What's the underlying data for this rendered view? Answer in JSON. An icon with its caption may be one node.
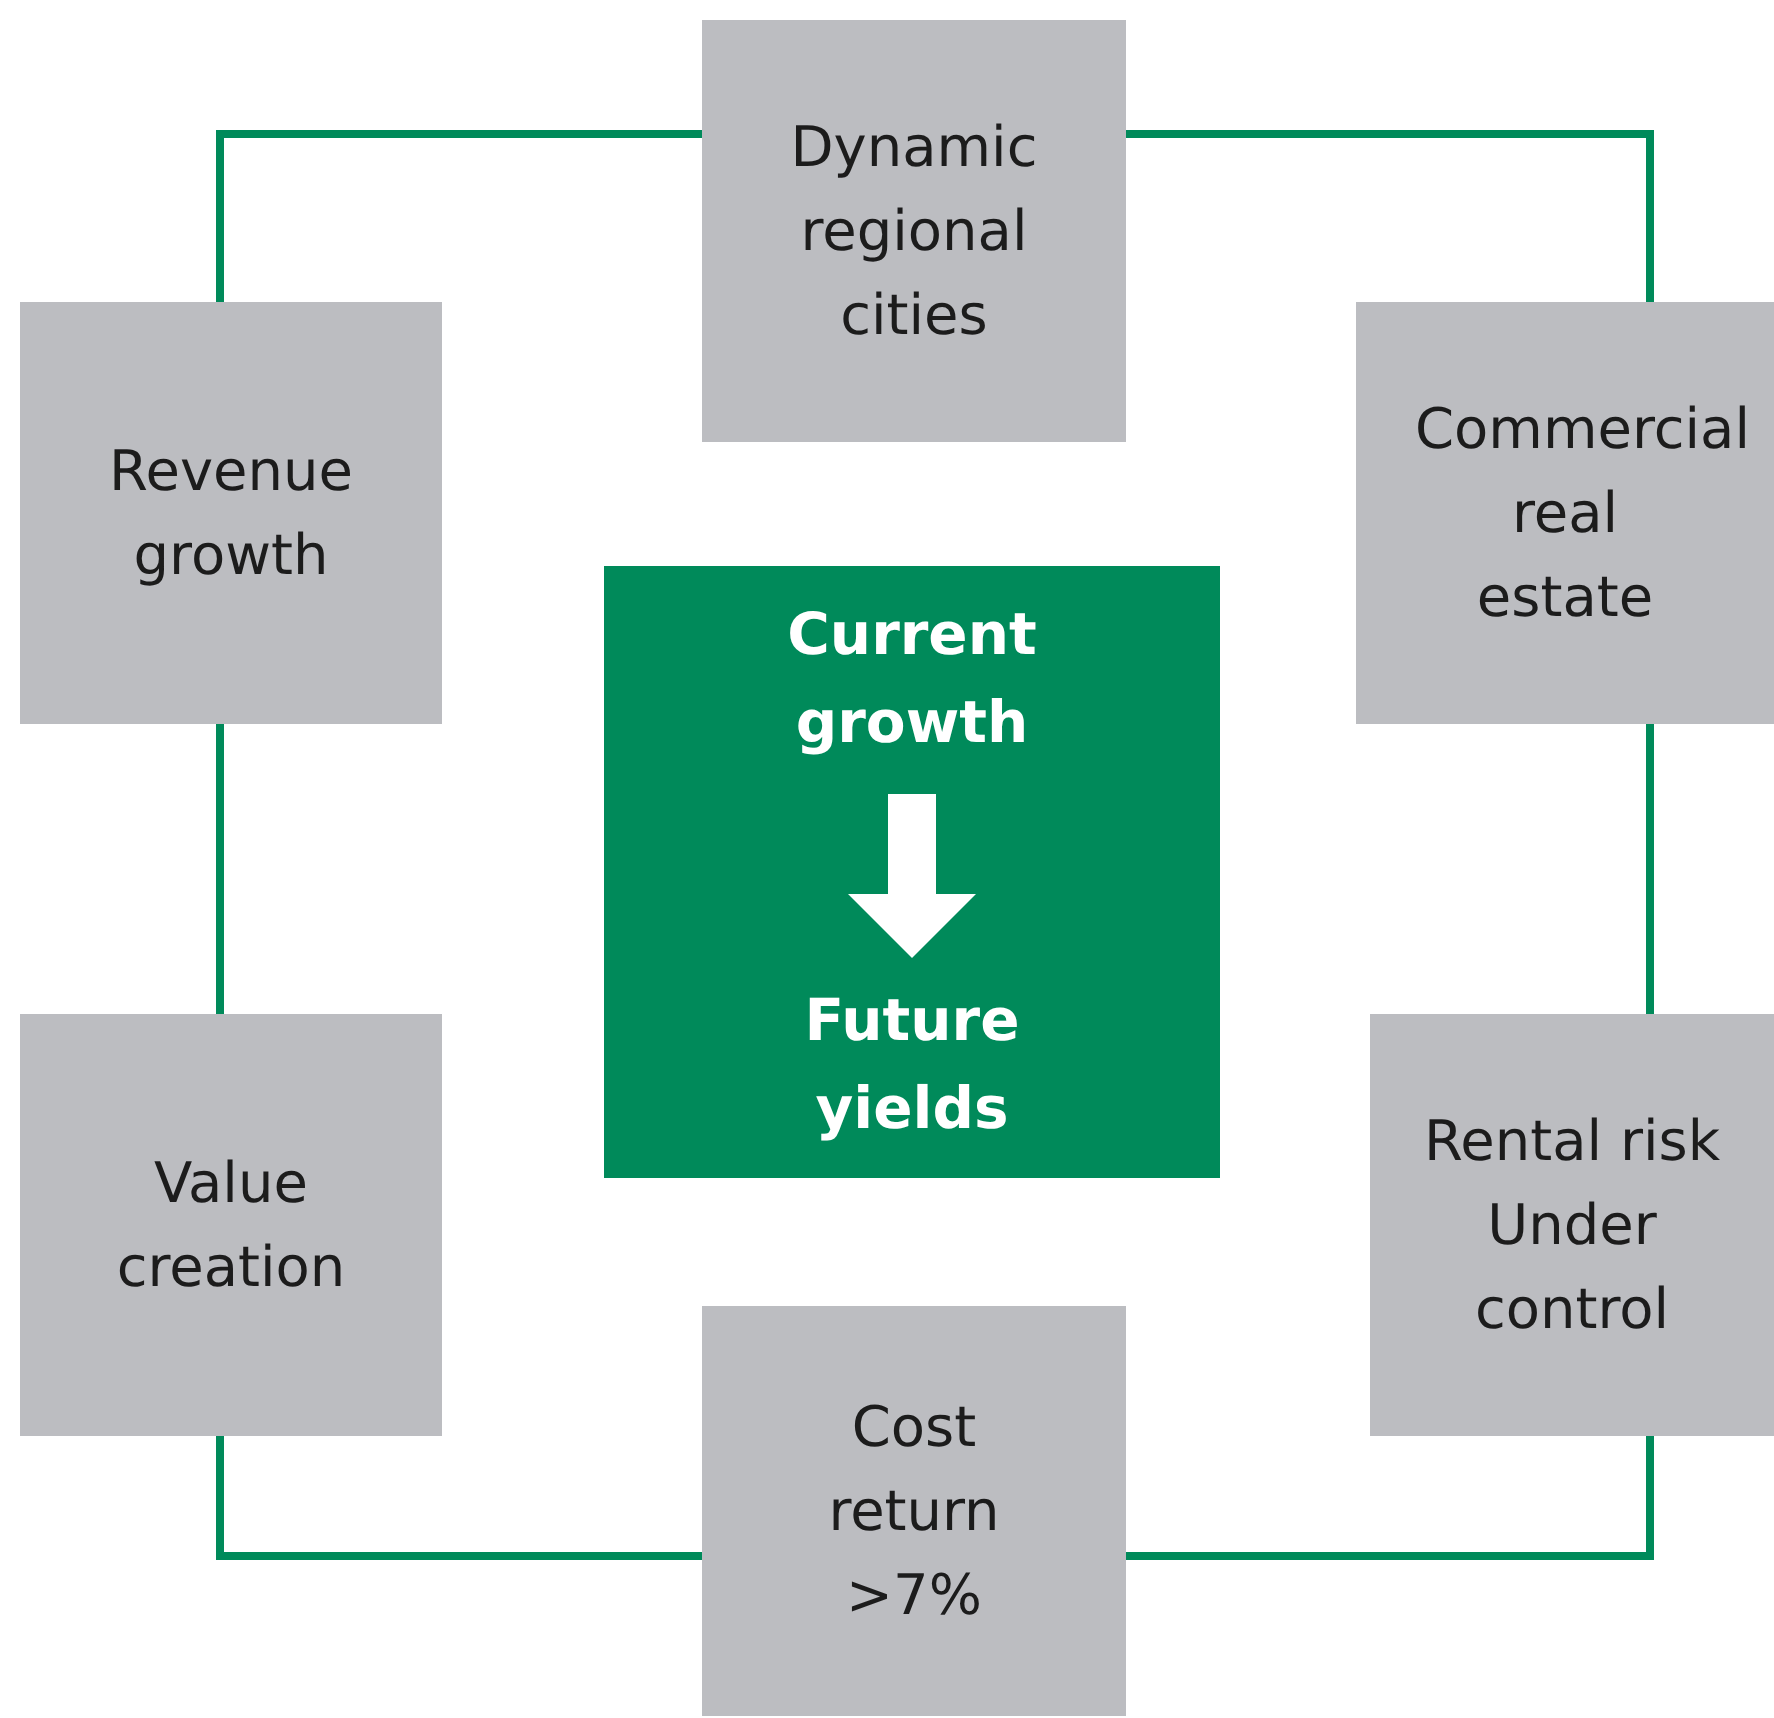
{
  "diagram": {
    "nodes": [
      {
        "text": [
          "Dynamic regional cities"
        ]
      },
      {
        "text": [
          "Revenue growth"
        ]
      },
      {
        "text": [
          "Commercial real estate"
        ]
      },
      {
        "text": [
          "Current growth",
          "Future yields"
        ]
      },
      {
        "text": [
          "Value creation"
        ]
      },
      {
        "text": [
          "Rental risk Under control"
        ]
      },
      {
        "text": [
          "Cost return >7%"
        ]
      }
    ],
    "edges": [
      {
        "from": 0,
        "to": 2,
        "arrow": "none"
      },
      {
        "from": 2,
        "to": 5,
        "arrow": "none"
      },
      {
        "from": 5,
        "to": 6,
        "arrow": "none"
      },
      {
        "from": 6,
        "to": 4,
        "arrow": "none"
      },
      {
        "from": 4,
        "to": 1,
        "arrow": "none"
      },
      {
        "from": 1,
        "to": 0,
        "arrow": "none"
      }
    ]
  }
}
